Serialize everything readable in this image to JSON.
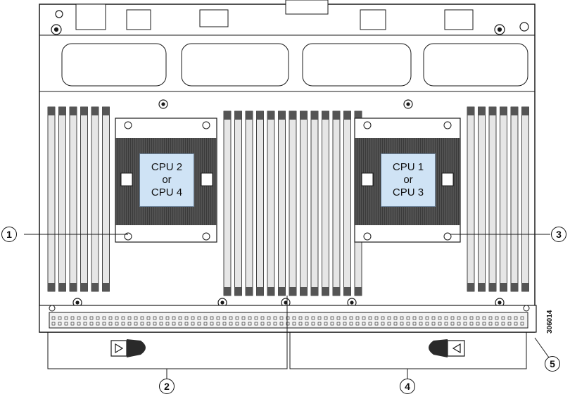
{
  "cpu_labels": [
    {
      "line1": "CPU 2",
      "line2": "or",
      "line3": "CPU 4"
    },
    {
      "line1": "CPU 1",
      "line2": "or",
      "line3": "CPU 3"
    }
  ],
  "callouts": [
    "1",
    "2",
    "3",
    "4",
    "5"
  ],
  "figure_id": "306014",
  "colors": {
    "line": "#1a1a1a",
    "heatsink": "#3a3a3a",
    "cpu_label_fill": "#cfe3f5",
    "dimm_fill": "#e6e6e6"
  }
}
